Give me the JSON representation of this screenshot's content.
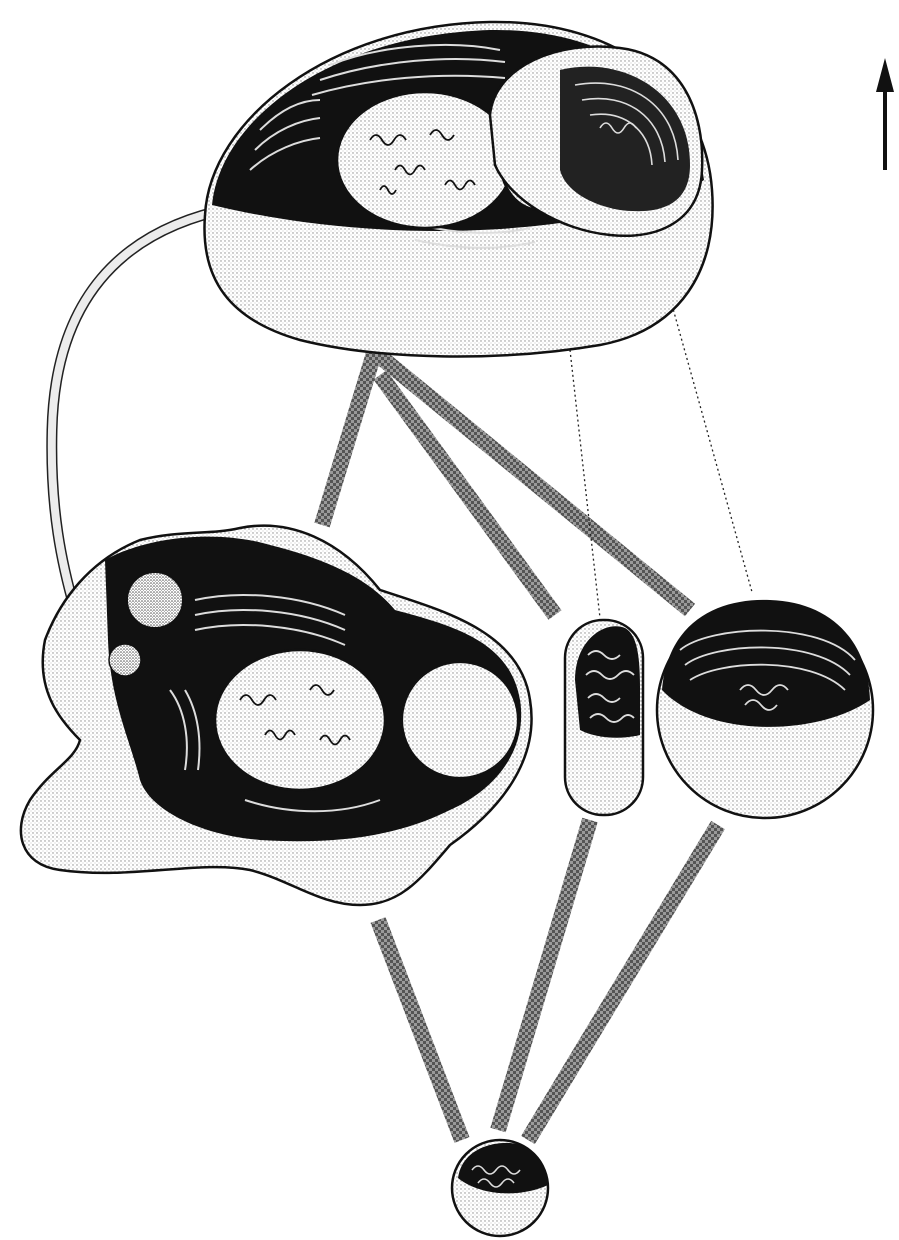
{
  "figure": {
    "background": "#ffffff",
    "ink": "#111111",
    "stipple": "#8a8a8a",
    "connector": "#7d7d7d"
  },
  "nodes": [
    {
      "id": "plant-cell",
      "icon": "plant-cell-icon"
    },
    {
      "id": "animal-cell",
      "icon": "animal-cell-icon"
    },
    {
      "id": "mitochondrion",
      "icon": "mitochondrion-icon"
    },
    {
      "id": "chloroplast",
      "icon": "chloroplast-icon"
    },
    {
      "id": "prokaryote",
      "icon": "prokaryote-icon"
    }
  ],
  "links": [
    {
      "from": "plant-cell",
      "to": "animal-cell",
      "style": "thick-hatched"
    },
    {
      "from": "plant-cell",
      "to": "mitochondrion",
      "style": "thick-hatched"
    },
    {
      "from": "plant-cell",
      "to": "chloroplast",
      "style": "thick-hatched"
    },
    {
      "from": "plant-cell",
      "to": "mitochondrion",
      "style": "dotted"
    },
    {
      "from": "plant-cell",
      "to": "chloroplast",
      "style": "dotted"
    },
    {
      "from": "animal-cell",
      "to": "prokaryote",
      "style": "thick-hatched"
    },
    {
      "from": "mitochondrion",
      "to": "prokaryote",
      "style": "thick-hatched"
    },
    {
      "from": "chloroplast",
      "to": "prokaryote",
      "style": "thick-hatched"
    },
    {
      "from": "plant-cell",
      "to": "animal-cell",
      "style": "flagellum"
    }
  ],
  "indicator": {
    "icon": "up-arrow-icon"
  }
}
